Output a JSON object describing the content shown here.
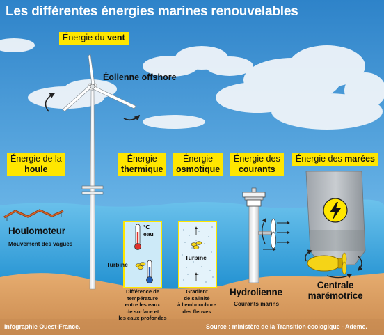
{
  "title": "Les différentes énergies marines renouvelables",
  "tags": {
    "vent": {
      "pre": "Énergie du ",
      "bold": "vent"
    },
    "houle": {
      "line1": "Énergie de la",
      "line2": "houle"
    },
    "thermique": {
      "line1": "Énergie",
      "line2": "thermique"
    },
    "osmotique": {
      "line1": "Énergie",
      "line2": "osmotique"
    },
    "courants": {
      "line1": "Énergie des",
      "line2": "courants"
    },
    "marees": {
      "pre": "Énergie des ",
      "bold": "marées"
    }
  },
  "labels": {
    "eolienne": "Éolienne offshore",
    "houlomoteur": "Houlomoteur",
    "mouvement": "Mouvement des vagues",
    "degree": "°C",
    "eau": "eau",
    "turbine_therm": "Turbine",
    "turbine_osmo": "Turbine",
    "thermique_desc": [
      "Différence de",
      "température",
      "entre les eaux",
      "de surface et",
      "les eaux profondes"
    ],
    "osmotique_desc": [
      "Gradient",
      "de salinité",
      "à l'embouchure",
      "des fleuves"
    ],
    "hydrolienne": "Hydrolienne",
    "courants_marins": "Courants marins",
    "centrale_line1": "Centrale",
    "centrale_line2": "marémotrice"
  },
  "credits": {
    "left": "Infographie Ouest-France.",
    "right": "Source : ministère de la Transition écologique - Ademe."
  },
  "colors": {
    "sky_top": "#2f86cb",
    "sea": "#5ab4e4",
    "sand": "#e0a262",
    "tag": "#ffe600",
    "float": "#f5d417"
  },
  "icons": [
    "lightning-bolt-icon",
    "thermometer-icon",
    "rotation-arrow-icon"
  ]
}
